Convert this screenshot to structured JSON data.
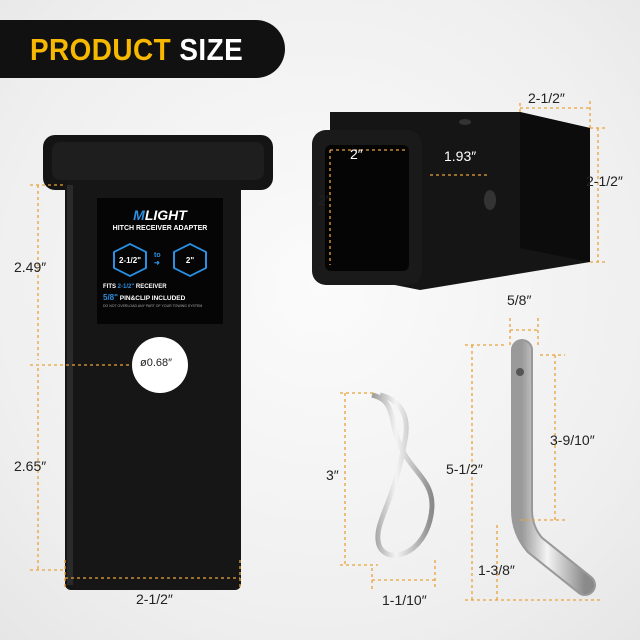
{
  "banner": {
    "word1": "PRODUCT",
    "word2": "SIZE"
  },
  "colors": {
    "accent": "#f6b800",
    "dimension_line": "#e9a23b",
    "product_black": "#111111",
    "brand_blue": "#2d8fe0"
  },
  "adapter_label": {
    "brand_m": "M",
    "brand_rest": "LIGHT",
    "subtitle": "HITCH RECEIVER ADAPTER",
    "from_size": "2-1/2\"",
    "arrow_text": "to",
    "to_size": "2\"",
    "fits_prefix": "FITS",
    "fits_size": "2-1/2\"",
    "fits_suffix": "RECEIVER",
    "pin_size": "5/8\"",
    "pin_text": "PIN&CLIP INCLUDED",
    "fine_print": "DO NOT OVERLOAD ANY PART OF YOUR TOWING SYSTEM"
  },
  "dimensions": {
    "adapter_upper_height": "2.49″",
    "adapter_lower_height": "2.65″",
    "adapter_width": "2-1/2″",
    "hole_diameter": "ø0.68″",
    "tube_top_width": "2-1/2″",
    "tube_side_height": "2-1/2″",
    "tube_inner_width": "2″",
    "tube_inner_height": "2″",
    "tube_hole_offset": "1.93″",
    "clip_height": "3″",
    "clip_width": "1-1/10″",
    "pin_diameter": "5/8″",
    "pin_straight_length": "3-9/10″",
    "pin_total_length": "5-1/2″",
    "pin_bend_length": "1-3/8″"
  }
}
